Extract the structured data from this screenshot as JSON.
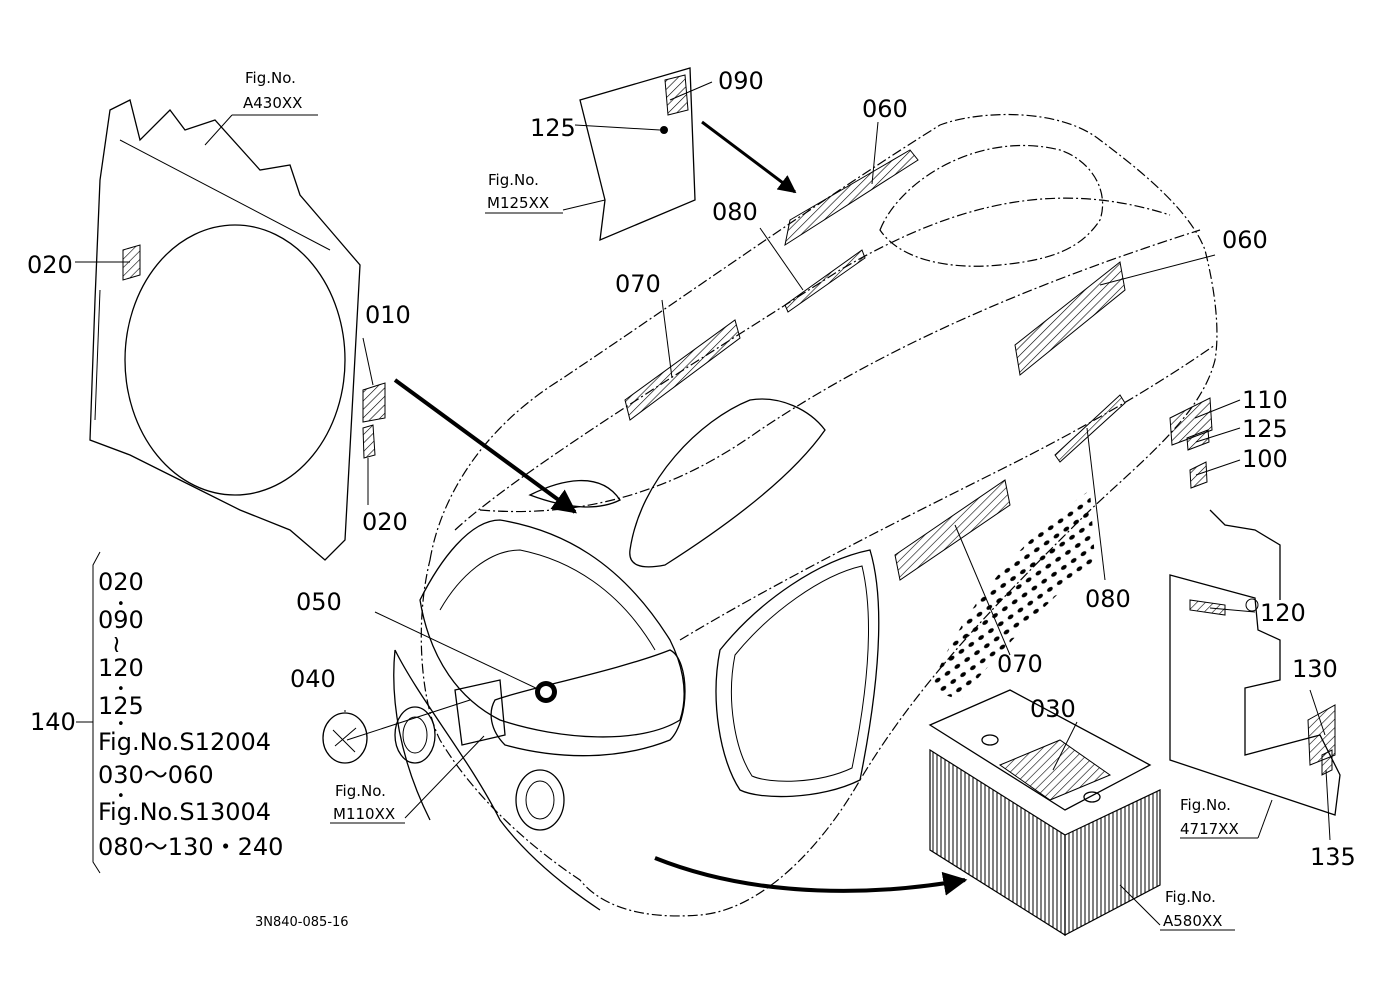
{
  "drawing_code": "3N840-085-16",
  "callouts": {
    "c010": "010",
    "c020_left": "020",
    "c020_bottom": "020",
    "c030": "030",
    "c040": "040",
    "c050": "050",
    "c060_top": "060",
    "c060_right": "060",
    "c070_left": "070",
    "c070_right": "070",
    "c080_top": "080",
    "c080_right": "080",
    "c090": "090",
    "c100": "100",
    "c110": "110",
    "c120": "120",
    "c125_top": "125",
    "c125_right": "125",
    "c130": "130",
    "c135": "135"
  },
  "figure_refs": {
    "a430": {
      "label": "Fig.No.",
      "code": "A430XX"
    },
    "m125": {
      "label": "Fig.No.",
      "code": "M125XX"
    },
    "m110": {
      "label": "Fig.No.",
      "code": "M110XX"
    },
    "r4717": {
      "label": "Fig.No.",
      "code": "4717XX"
    },
    "a580": {
      "label": "Fig.No.",
      "code": "A580XX"
    }
  },
  "set_legend": {
    "number": "140",
    "lines": [
      "020",
      "090",
      "120",
      "125",
      "Fig.No.S12004",
      "030～060",
      "Fig.No.S13004",
      "080～130・240"
    ],
    "bullet": "•",
    "tilde": "≀"
  }
}
